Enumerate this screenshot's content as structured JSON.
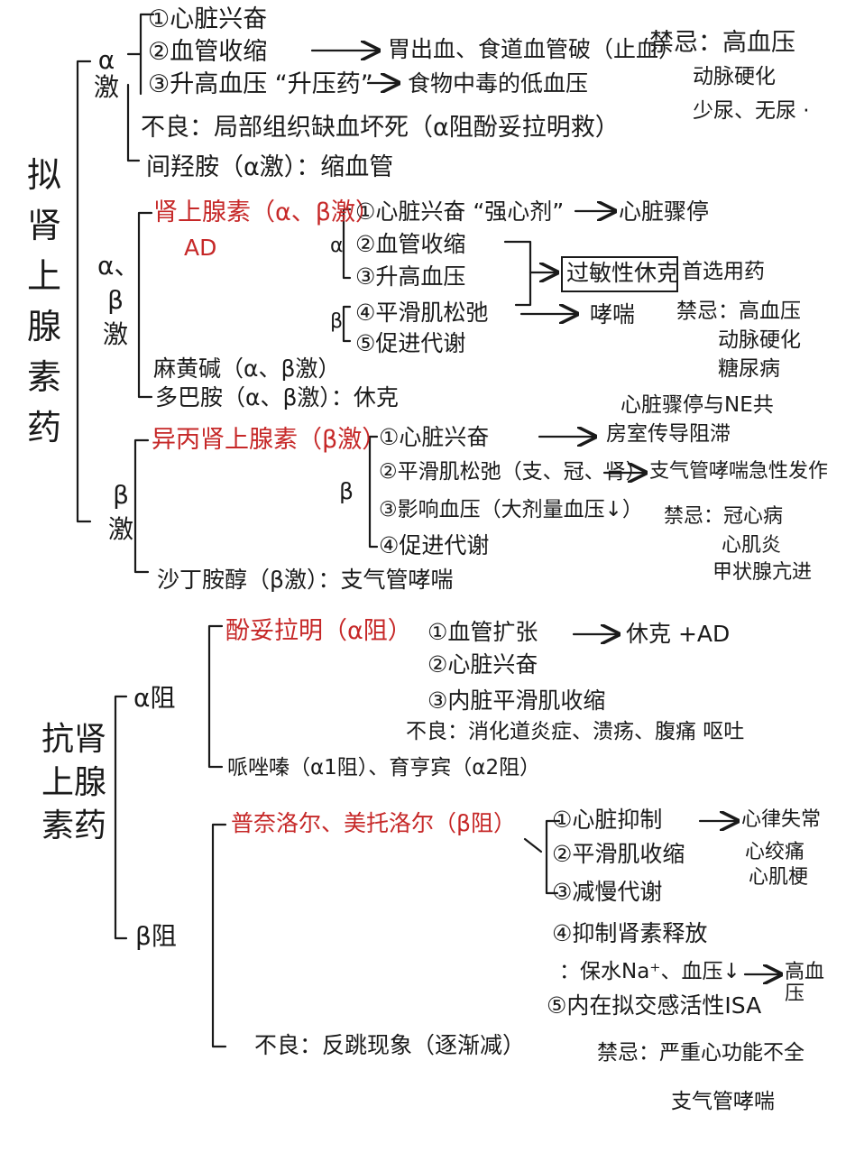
{
  "colors": {
    "ink": "#1a1a1a",
    "accent": "#c62828"
  },
  "section1": {
    "title_chars": [
      "拟",
      "肾",
      "上",
      "腺",
      "素",
      "药"
    ],
    "alpha": {
      "label": "α激",
      "items": [
        "①心脏兴奋",
        "②血管收缩",
        "③升高血压 “升压药”"
      ],
      "item2_effect": "胃出血、食道血管破（止血）",
      "item3_effect": "食物中毒的低血压",
      "contra": "禁忌：高血压",
      "contra_more": [
        "动脉硬化",
        "少尿、无尿 ·"
      ],
      "adverse": "不良：局部组织缺血坏死（α阻酚妥拉明救）",
      "drug2": "间羟胺（α激）：缩血管"
    },
    "alphabeta": {
      "label_lines": [
        "α、",
        "β",
        "激"
      ],
      "drug1": "肾上腺素（α、β激）",
      "drug1_abbr": "AD",
      "alpha_mark": "α",
      "beta_mark": "β",
      "effects": [
        "①心脏兴奋 “强心剂”",
        "②血管收缩",
        "③升高血压",
        "④平滑肌松弛",
        "⑤促进代谢"
      ],
      "effect1_result": "心脏骤停",
      "boxed": "过敏性休克",
      "boxed_note": "首选用药",
      "effect4_result": "哮喘",
      "contra": [
        "禁忌：高血压",
        "动脉硬化",
        "糖尿病"
      ],
      "drug2": "麻黄碱（α、β激）",
      "drug3": "多巴胺（α、β激）：休克"
    },
    "beta": {
      "label_lines": [
        "β",
        "激"
      ],
      "drug1": "异丙肾上腺素（β激）",
      "beta_mark": "β",
      "effects": [
        "①心脏兴奋",
        "②平滑肌松弛（支、冠、肾）",
        "③影响血压（大剂量血压↓）",
        "④促进代谢"
      ],
      "top_note": "心脏骤停与NE共",
      "effect1_result": "房室传导阻滞",
      "effect2_result": "支气管哮喘急性发作",
      "contra": [
        "禁忌：冠心病",
        "心肌炎",
        "甲状腺亢进"
      ],
      "drug2": "沙丁胺醇（β激）：支气管哮喘"
    }
  },
  "section2": {
    "title_lines": [
      "抗肾",
      "上腺",
      "素药"
    ],
    "alpha": {
      "label": "α阻",
      "drug1": "酚妥拉明（α阻）",
      "effects": [
        "①血管扩张",
        "②心脏兴奋",
        "③内脏平滑肌收缩"
      ],
      "effect1_result": "休克 +AD",
      "adverse": "不良：消化道炎症、溃疡、腹痛 呕吐",
      "drug2": "哌唑嗪（α1阻）、育亨宾（α2阻）"
    },
    "beta": {
      "label": "β阻",
      "drug1": "普奈洛尔、美托洛尔（β阻）",
      "effects": [
        "①心脏抑制",
        "②平滑肌收缩",
        "③减慢代谢",
        "④抑制肾素释放"
      ],
      "effect1_results": [
        "心律失常",
        "心绞痛",
        "心肌梗"
      ],
      "na_note": "：保水Na⁺、血压↓",
      "na_result": "高血压",
      "isa": "⑤内在拟交感活性ISA",
      "adverse": "不良：反跳现象（逐渐减）",
      "contra": [
        "禁忌：严重心功能不全",
        "支气管哮喘"
      ]
    }
  }
}
